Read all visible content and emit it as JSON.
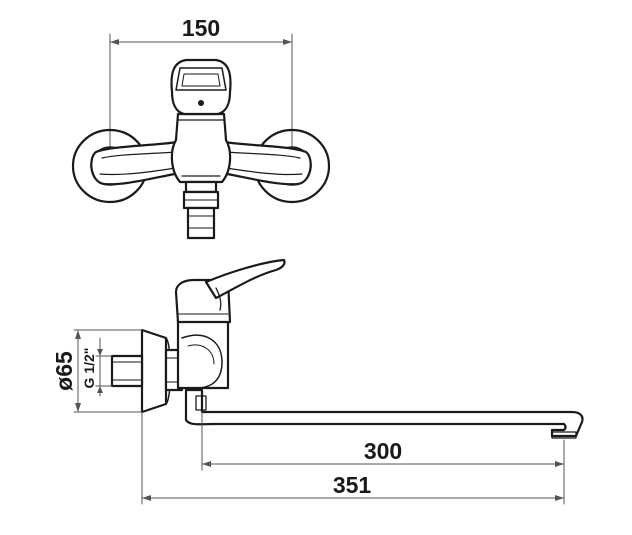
{
  "dimensions": {
    "top_width": "150",
    "spout_reach": "300",
    "overall_length": "351",
    "rosette_diameter": "ø65",
    "thread": "G 1/2\""
  },
  "colors": {
    "line": "#1a1a1a",
    "dim_line": "#555555",
    "background": "#ffffff"
  }
}
